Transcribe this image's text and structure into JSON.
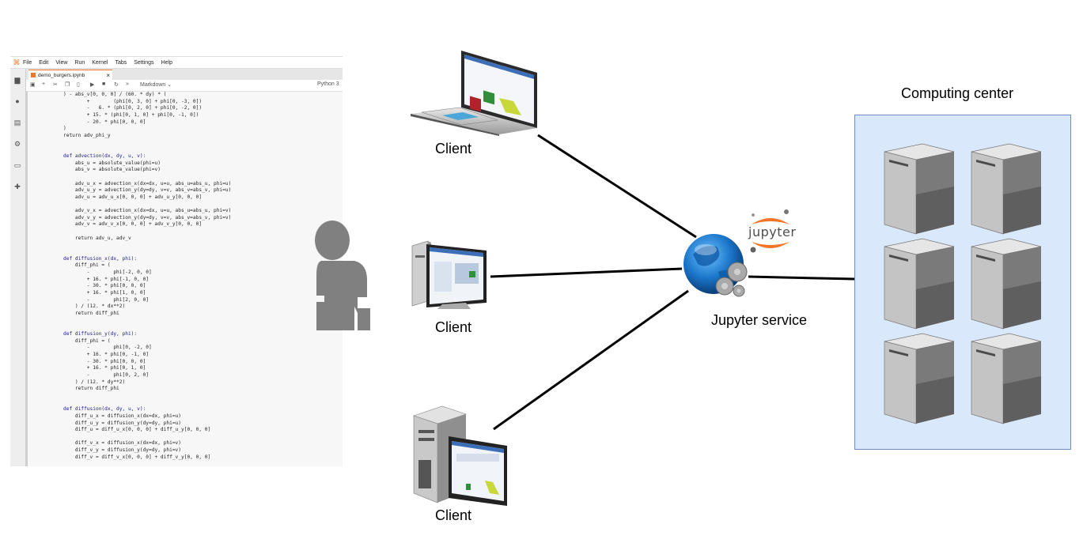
{
  "notebook": {
    "menu": [
      "File",
      "Edit",
      "View",
      "Run",
      "Kernel",
      "Tabs",
      "Settings",
      "Help"
    ],
    "tab_title": "demo_burgers.ipynb",
    "cell_type": "Markdown",
    "kernel": "Python 3",
    "code_lines": [
      ") - abs_v[0, 0, 0] / (60. * dy) * (",
      "        +        (phi[0, 3, 0] + phi[0, -3, 0])",
      "        -   6. * (phi[0, 2, 0] + phi[0, -2, 0])",
      "        + 15. * (phi[0, 1, 0] + phi[0, -1, 0])",
      "        - 20. * phi[0, 0, 0]",
      ")",
      "return adv_phi_y",
      "",
      "",
      "def advection(dx, dy, u, v):",
      "    abs_u = absolute_value(phi=u)",
      "    abs_v = absolute_value(phi=v)",
      "",
      "    adv_u_x = advection_x(dx=dx, u=u, abs_u=abs_u, phi=u)",
      "    adv_u_y = advection_y(dy=dy, v=v, abs_v=abs_v, phi=u)",
      "    adv_u = adv_u_x[0, 0, 0] + adv_u_y[0, 0, 0]",
      "",
      "    adv_v_x = advection_x(dx=dx, u=u, abs_u=abs_u, phi=v)",
      "    adv_v_y = advection_y(dy=dy, v=v, abs_v=abs_v, phi=v)",
      "    adv_v = adv_v_x[0, 0, 0] + adv_v_y[0, 0, 0]",
      "",
      "    return adv_u, adv_v",
      "",
      "",
      "def diffusion_x(dx, phi):",
      "    diff_phi = (",
      "        -        phi[-2, 0, 0]",
      "        + 16. * phi[-1, 0, 0]",
      "        - 30. * phi[0, 0, 0]",
      "        + 16. * phi[1, 0, 0]",
      "        -        phi[2, 0, 0]",
      "    ) / (12. * dx**2)",
      "    return diff_phi",
      "",
      "",
      "def diffusion_y(dy, phi):",
      "    diff_phi = (",
      "        -        phi[0, -2, 0]",
      "        + 16. * phi[0, -1, 0]",
      "        - 30. * phi[0, 0, 0]",
      "        + 16. * phi[0, 1, 0]",
      "        -        phi[0, 2, 0]",
      "    ) / (12. * dy**2)",
      "    return diff_phi",
      "",
      "",
      "def diffusion(dx, dy, u, v):",
      "    diff_u_x = diffusion_x(dx=dx, phi=u)",
      "    diff_u_y = diffusion_y(dy=dy, phi=u)",
      "    diff_u = diff_u_x[0, 0, 0] + diff_u_y[0, 0, 0]",
      "",
      "    diff_v_x = diffusion_x(dx=dx, phi=v)",
      "    diff_v_y = diffusion_y(dy=dy, phi=v)",
      "    diff_v = diff_v_x[0, 0, 0] + diff_v_y[0, 0, 0]"
    ]
  },
  "diagram": {
    "client_laptop_label": "Client",
    "client_desktop_label": "Client",
    "client_workstation_label": "Client",
    "service_label": "Jupyter service",
    "jupyter_logo_text": "jupyter",
    "computing_center_label": "Computing center",
    "server_count": 6
  },
  "colors": {
    "jupyter_orange": "#f37626",
    "cc_fill": "#dae8fc",
    "cc_border": "#6c8ebf",
    "person_gray": "#808080",
    "globe_blue": "#1a75c9"
  }
}
